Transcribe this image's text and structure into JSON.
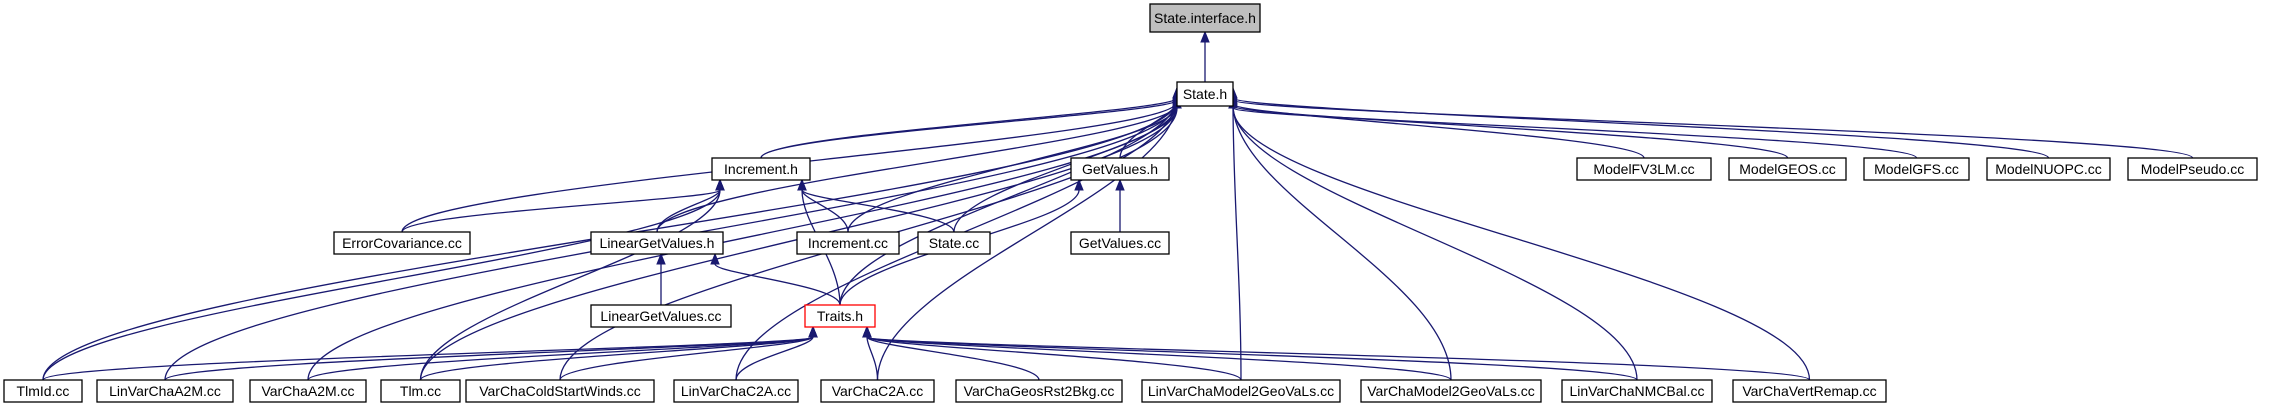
{
  "diagram": {
    "title": "State.interface.h",
    "colors": {
      "edge": "#191970",
      "node_border": "#000000",
      "root_fill": "#bfbfbf",
      "flagged_border": "#ff0000",
      "background": "#ffffff"
    },
    "nodes": [
      {
        "id": "state_interface_h",
        "label": "State.interface.h",
        "style": "root"
      },
      {
        "id": "state_h",
        "label": "State.h"
      },
      {
        "id": "increment_h",
        "label": "Increment.h"
      },
      {
        "id": "getvalues_h",
        "label": "GetValues.h"
      },
      {
        "id": "modelfv3lm_cc",
        "label": "ModelFV3LM.cc"
      },
      {
        "id": "modelgeos_cc",
        "label": "ModelGEOS.cc"
      },
      {
        "id": "modelgfs_cc",
        "label": "ModelGFS.cc"
      },
      {
        "id": "modelnuopc_cc",
        "label": "ModelNUOPC.cc"
      },
      {
        "id": "modelpseudo_cc",
        "label": "ModelPseudo.cc"
      },
      {
        "id": "errorcovariance_cc",
        "label": "ErrorCovariance.cc"
      },
      {
        "id": "lineargetvalues_h",
        "label": "LinearGetValues.h"
      },
      {
        "id": "increment_cc",
        "label": "Increment.cc"
      },
      {
        "id": "state_cc",
        "label": "State.cc"
      },
      {
        "id": "getvalues_cc",
        "label": "GetValues.cc"
      },
      {
        "id": "lineargetvalues_cc",
        "label": "LinearGetValues.cc"
      },
      {
        "id": "traits_h",
        "label": "Traits.h",
        "style": "flagged"
      },
      {
        "id": "tlmid_cc",
        "label": "TlmId.cc"
      },
      {
        "id": "linvarchaa2m_cc",
        "label": "LinVarChaA2M.cc"
      },
      {
        "id": "varchaa2m_cc",
        "label": "VarChaA2M.cc"
      },
      {
        "id": "tlm_cc",
        "label": "Tlm.cc"
      },
      {
        "id": "varchacoldstartwinds_cc",
        "label": "VarChaColdStartWinds.cc"
      },
      {
        "id": "linvarchac2a_cc",
        "label": "LinVarChaC2A.cc"
      },
      {
        "id": "varchac2a_cc",
        "label": "VarChaC2A.cc"
      },
      {
        "id": "varchageosrst2bkg_cc",
        "label": "VarChaGeosRst2Bkg.cc"
      },
      {
        "id": "linvarchamodel2geovals_cc",
        "label": "LinVarChaModel2GeoVaLs.cc"
      },
      {
        "id": "varchamodel2geovals_cc",
        "label": "VarChaModel2GeoVaLs.cc"
      },
      {
        "id": "linvarchanmcbal_cc",
        "label": "LinVarChaNMCBal.cc"
      },
      {
        "id": "varchavertremap_cc",
        "label": "VarChaVertRemap.cc"
      }
    ],
    "edges": [
      {
        "from": "state_h",
        "to": "state_interface_h"
      },
      {
        "from": "increment_h",
        "to": "state_h"
      },
      {
        "from": "increment_h",
        "to": "state_h"
      },
      {
        "from": "getvalues_h",
        "to": "state_h"
      },
      {
        "from": "modelfv3lm_cc",
        "to": "state_h"
      },
      {
        "from": "modelgeos_cc",
        "to": "state_h"
      },
      {
        "from": "modelgfs_cc",
        "to": "state_h"
      },
      {
        "from": "modelnuopc_cc",
        "to": "state_h"
      },
      {
        "from": "modelpseudo_cc",
        "to": "state_h"
      },
      {
        "from": "errorcovariance_cc",
        "to": "state_h"
      },
      {
        "from": "lineargetvalues_h",
        "to": "state_h"
      },
      {
        "from": "increment_cc",
        "to": "state_h"
      },
      {
        "from": "state_cc",
        "to": "state_h"
      },
      {
        "from": "traits_h",
        "to": "state_h"
      },
      {
        "from": "tlmid_cc",
        "to": "state_h"
      },
      {
        "from": "linvarchaa2m_cc",
        "to": "state_h"
      },
      {
        "from": "varchaa2m_cc",
        "to": "state_h"
      },
      {
        "from": "tlm_cc",
        "to": "state_h"
      },
      {
        "from": "varchacoldstartwinds_cc",
        "to": "state_h"
      },
      {
        "from": "linvarchac2a_cc",
        "to": "state_h"
      },
      {
        "from": "varchac2a_cc",
        "to": "state_h"
      },
      {
        "from": "linvarchamodel2geovals_cc",
        "to": "state_h"
      },
      {
        "from": "varchamodel2geovals_cc",
        "to": "state_h"
      },
      {
        "from": "linvarchanmcbal_cc",
        "to": "state_h"
      },
      {
        "from": "varchavertremap_cc",
        "to": "state_h"
      },
      {
        "from": "errorcovariance_cc",
        "to": "increment_h"
      },
      {
        "from": "lineargetvalues_h",
        "to": "increment_h"
      },
      {
        "from": "increment_cc",
        "to": "increment_h"
      },
      {
        "from": "state_cc",
        "to": "increment_h"
      },
      {
        "from": "traits_h",
        "to": "increment_h"
      },
      {
        "from": "tlmid_cc",
        "to": "increment_h"
      },
      {
        "from": "tlm_cc",
        "to": "increment_h"
      },
      {
        "from": "getvalues_cc",
        "to": "getvalues_h"
      },
      {
        "from": "traits_h",
        "to": "getvalues_h"
      },
      {
        "from": "lineargetvalues_cc",
        "to": "lineargetvalues_h"
      },
      {
        "from": "traits_h",
        "to": "lineargetvalues_h"
      },
      {
        "from": "tlmid_cc",
        "to": "traits_h"
      },
      {
        "from": "linvarchaa2m_cc",
        "to": "traits_h"
      },
      {
        "from": "varchaa2m_cc",
        "to": "traits_h"
      },
      {
        "from": "tlm_cc",
        "to": "traits_h"
      },
      {
        "from": "varchacoldstartwinds_cc",
        "to": "traits_h"
      },
      {
        "from": "linvarchac2a_cc",
        "to": "traits_h"
      },
      {
        "from": "varchac2a_cc",
        "to": "traits_h"
      },
      {
        "from": "varchageosrst2bkg_cc",
        "to": "traits_h"
      },
      {
        "from": "linvarchamodel2geovals_cc",
        "to": "traits_h"
      },
      {
        "from": "varchamodel2geovals_cc",
        "to": "traits_h"
      },
      {
        "from": "linvarchanmcbal_cc",
        "to": "traits_h"
      },
      {
        "from": "varchavertremap_cc",
        "to": "traits_h"
      }
    ]
  }
}
